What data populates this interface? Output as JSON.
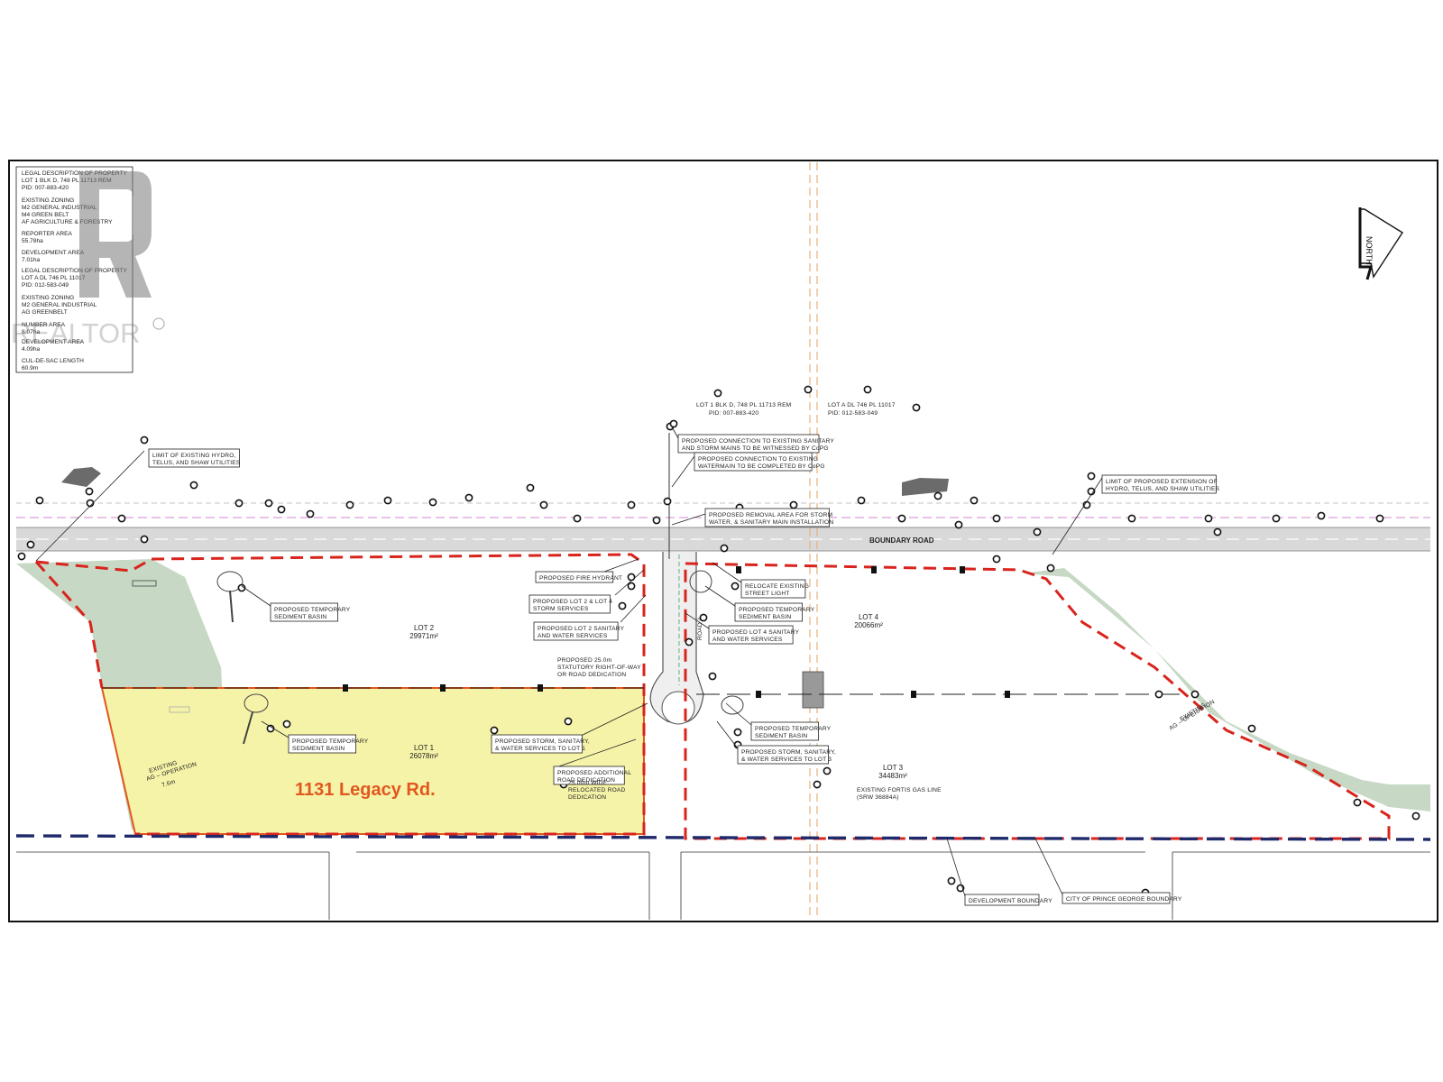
{
  "legend_text": {
    "legal_heading_1": "LEGAL DESCRIPTION OF PROPERTY",
    "legal_line_1": "LOT 1 BLK D, 748 PL 11713 REM",
    "legal_pid_1": "PID: 007-883-420",
    "zoning_heading_1": "EXISTING ZONING",
    "zoning_1a": "M2 GENERAL INDUSTRIAL",
    "zoning_1b": "M4 GREEN BELT",
    "zoning_1c": "AF AGRICULTURE & FORESTRY",
    "reporter_area_heading": "REPORTER AREA",
    "reporter_area_value": "55.78ha",
    "dev_area_heading": "DEVELOPMENT AREA",
    "dev_area_value": "7.01ha",
    "legal_heading_2": "LEGAL DESCRIPTION OF PROPERTY",
    "legal_line_2": "LOT A DL 746 PL 11017",
    "legal_pid_2": "PID: 012-583-049",
    "zoning_heading_2": "EXISTING ZONING",
    "zoning_2a": "M2 GENERAL INDUSTRIAL",
    "zoning_2b": "AG GREENBELT",
    "number_area_heading": "NUMBER AREA",
    "number_area_value": "8.07ha",
    "dev_area_heading_2": "DEVELOPMENT AREA",
    "dev_area_value_2": "4.09ha",
    "cul_heading": "CUL-DE-SAC LENGTH",
    "cul_value": "60.9m"
  },
  "watermark": "REALTOR",
  "north_label": "NORTH",
  "road_name": "BOUNDARY ROAD",
  "cul_de_sac_name": "ROAD A",
  "parcel_titles": {
    "left": {
      "line1": "LOT 1 BLK D, 748 PL 11713 REM",
      "line2": "PID: 007-883-420"
    },
    "right": {
      "line1": "LOT A DL 746 PL 11017",
      "line2": "PID: 012-583-049"
    }
  },
  "lots": [
    {
      "name": "LOT 2",
      "area": "29971m²"
    },
    {
      "name": "LOT 4",
      "area": "20066m²"
    },
    {
      "name": "LOT 1",
      "area": "26078m²"
    },
    {
      "name": "LOT 3",
      "area": "34483m²"
    }
  ],
  "address": "1131 Legacy Rd.",
  "callouts": {
    "hydro_limit": [
      "LIMIT OF EXISTING HYDRO,",
      "TELUS, AND SHAW UTILITIES"
    ],
    "hydro_extension": [
      "LIMIT OF PROPOSED EXTENSION OF",
      "HYDRO, TELUS, AND SHAW UTILITIES"
    ],
    "sanitary_conn": [
      "PROPOSED CONNECTION TO EXISTING SANITARY",
      "AND STORM MAINS TO BE WITNESSED BY CoPG"
    ],
    "water_conn": [
      "PROPOSED CONNECTION TO EXISTING",
      "WATERMAIN TO BE COMPLETED BY CoPG"
    ],
    "removal_area": [
      "PROPOSED REMOVAL AREA FOR STORM",
      "WATER, & SANITARY MAIN INSTALLATION"
    ],
    "hydrant": [
      "PROPOSED FIRE HYDRANT"
    ],
    "storm_24": [
      "PROPOSED LOT 2 & LOT 4",
      "STORM SERVICES"
    ],
    "san_2": [
      "PROPOSED LOT 2 SANITARY",
      "AND WATER SERVICES"
    ],
    "streetlight": [
      "RELOCATE EXISTING",
      "STREET LIGHT"
    ],
    "basin_r1": [
      "PROPOSED TEMPORARY",
      "SEDIMENT BASIN"
    ],
    "san_4": [
      "PROPOSED LOT 4 SANITARY",
      "AND WATER SERVICES"
    ],
    "basin_l1": [
      "PROPOSED TEMPORARY",
      "SEDIMENT BASIN"
    ],
    "row": [
      "PROPOSED 25.0m",
      "STATUTORY RIGHT-OF-WAY",
      "OR ROAD DEDICATION"
    ],
    "basin_l2": [
      "PROPOSED TEMPORARY",
      "SEDIMENT BASIN"
    ],
    "services_1": [
      "PROPOSED STORM, SANITARY,",
      "& WATER SERVICES TO LOT 1"
    ],
    "road_ded": [
      "PROPOSED ADDITIONAL",
      "ROAD DEDICATION"
    ],
    "relocated": [
      "25.00m WIDE",
      "RELOCATED ROAD",
      "DEDICATION"
    ],
    "basin_r2": [
      "PROPOSED TEMPORARY",
      "SEDIMENT BASIN"
    ],
    "services_3": [
      "PROPOSED STORM, SANITARY,",
      "& WATER SERVICES TO LOT 3"
    ],
    "fortis": [
      "EXISTING FORTIS GAS LINE",
      "(SRW 36884A)"
    ],
    "dev_boundary": [
      "DEVELOPMENT BOUNDARY"
    ],
    "city_boundary": [
      "CITY OF PRINCE GEORGE BOUNDARY"
    ],
    "existing_ag": [
      "EXISTING",
      "AG – OPERATION",
      "7.6m"
    ],
    "existing_right": [
      "EXISTING",
      "AG – OPERATION"
    ]
  },
  "colors": {
    "lot1_fill": "#f5f3a8",
    "lot1_outline": "#e2571d",
    "boundary_red": "#d8241c",
    "city_blue": "#1f2a6b",
    "green_buffer": "#c7d8c5",
    "road": "#d9d9d9",
    "fortis_line": "#e6b27a",
    "address_text": "#e2571d"
  }
}
